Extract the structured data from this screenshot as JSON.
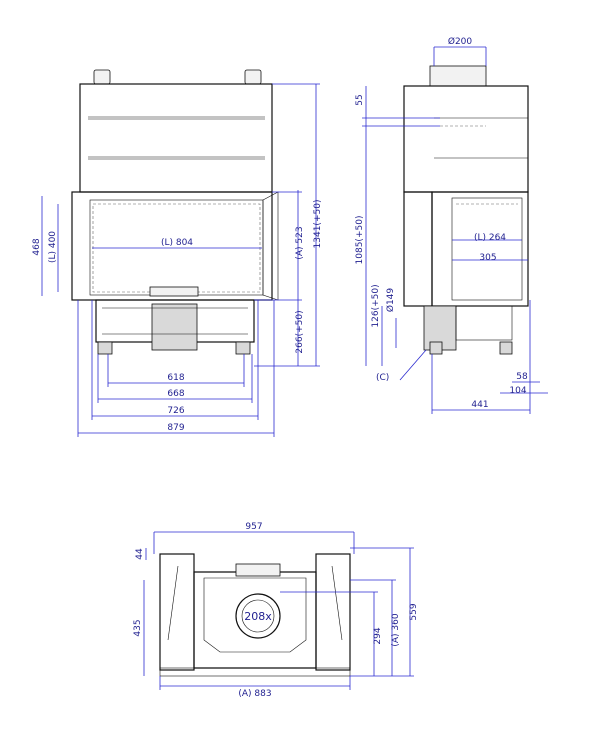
{
  "front": {
    "height_total": "1341(+50)",
    "height_left_outer": "468",
    "height_left_inner": "(L) 400",
    "glass_height": "(A) 523",
    "bottom_height": "266(+50)",
    "glass_width": "(L) 804",
    "w618": "618",
    "w668": "668",
    "w726": "726",
    "w879": "879"
  },
  "side": {
    "flue": "Ø200",
    "top_offset": "55",
    "height": "1085(+50)",
    "inlet_height": "126(+50)",
    "inlet_dia": "Ø149",
    "glass_depth": "(L) 264",
    "depth305": "305",
    "foot58": "58",
    "foot104": "104",
    "depth441": "441",
    "callout_c": "(C)"
  },
  "top": {
    "width957": "957",
    "d44": "44",
    "d435": "435",
    "d294": "294",
    "d360": "(A) 360",
    "d559": "559",
    "flue": "208x",
    "width883": "(A) 883"
  }
}
